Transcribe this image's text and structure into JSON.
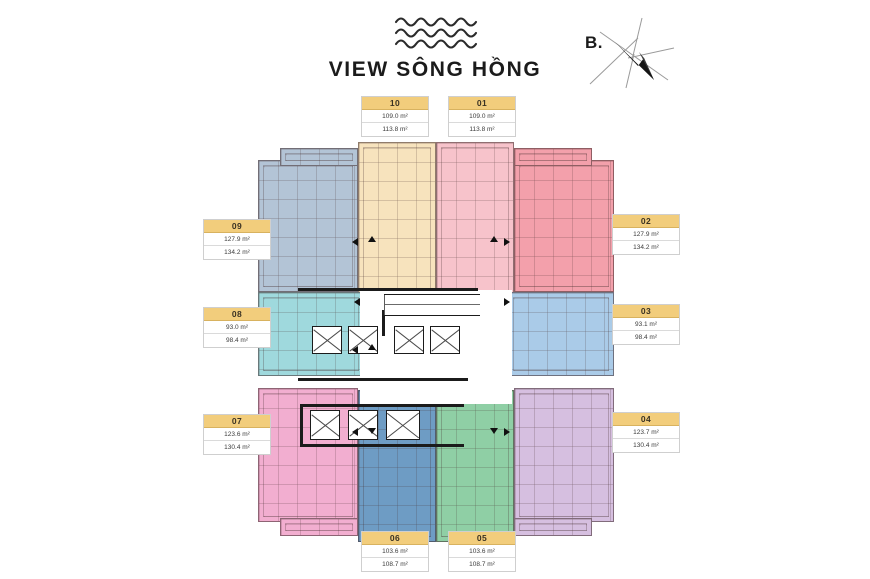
{
  "header": {
    "title": "VIEW SÔNG HỒNG",
    "waves_icon": "water-waves-icon",
    "compass_label": "B.",
    "compass_icon": "compass-rose-icon"
  },
  "plan": {
    "area_unit": "m²",
    "core": {
      "elevator_icon": "elevator-icon",
      "stair_icon": "stairs-icon"
    },
    "units": [
      {
        "id": "01",
        "area_net": "109.0 m²",
        "area_gross": "113.8 m²",
        "color": "#f7c3cb",
        "position": "top-right-inner"
      },
      {
        "id": "02",
        "area_net": "127.9 m²",
        "area_gross": "134.2 m²",
        "color": "#f3a0ab",
        "position": "right-upper"
      },
      {
        "id": "03",
        "area_net": "93.1 m²",
        "area_gross": "98.4 m²",
        "color": "#aacbe8",
        "position": "right-middle"
      },
      {
        "id": "04",
        "area_net": "123.7 m²",
        "area_gross": "130.4 m²",
        "color": "#d6bfe0",
        "position": "right-lower"
      },
      {
        "id": "05",
        "area_net": "103.6 m²",
        "area_gross": "108.7 m²",
        "color": "#8fcfa5",
        "position": "bottom-right-inner"
      },
      {
        "id": "06",
        "area_net": "103.6 m²",
        "area_gross": "108.7 m²",
        "color": "#6e9cc4",
        "position": "bottom-left-inner"
      },
      {
        "id": "07",
        "area_net": "123.6 m²",
        "area_gross": "130.4 m²",
        "color": "#f2aed0",
        "position": "left-lower"
      },
      {
        "id": "08",
        "area_net": "93.0 m²",
        "area_gross": "98.4 m²",
        "color": "#9fd9dd",
        "position": "left-middle"
      },
      {
        "id": "09",
        "area_net": "127.9 m²",
        "area_gross": "134.2 m²",
        "color": "#b3c4d6",
        "position": "left-upper"
      },
      {
        "id": "10",
        "area_net": "109.0 m²",
        "area_gross": "113.8 m²",
        "color": "#f7e3bd",
        "position": "top-left-inner"
      }
    ]
  },
  "colors": {
    "label_header": "#f2cd7c",
    "label_body": "#ffffff",
    "text": "#3b3b3b",
    "title": "#1b1b1b"
  }
}
